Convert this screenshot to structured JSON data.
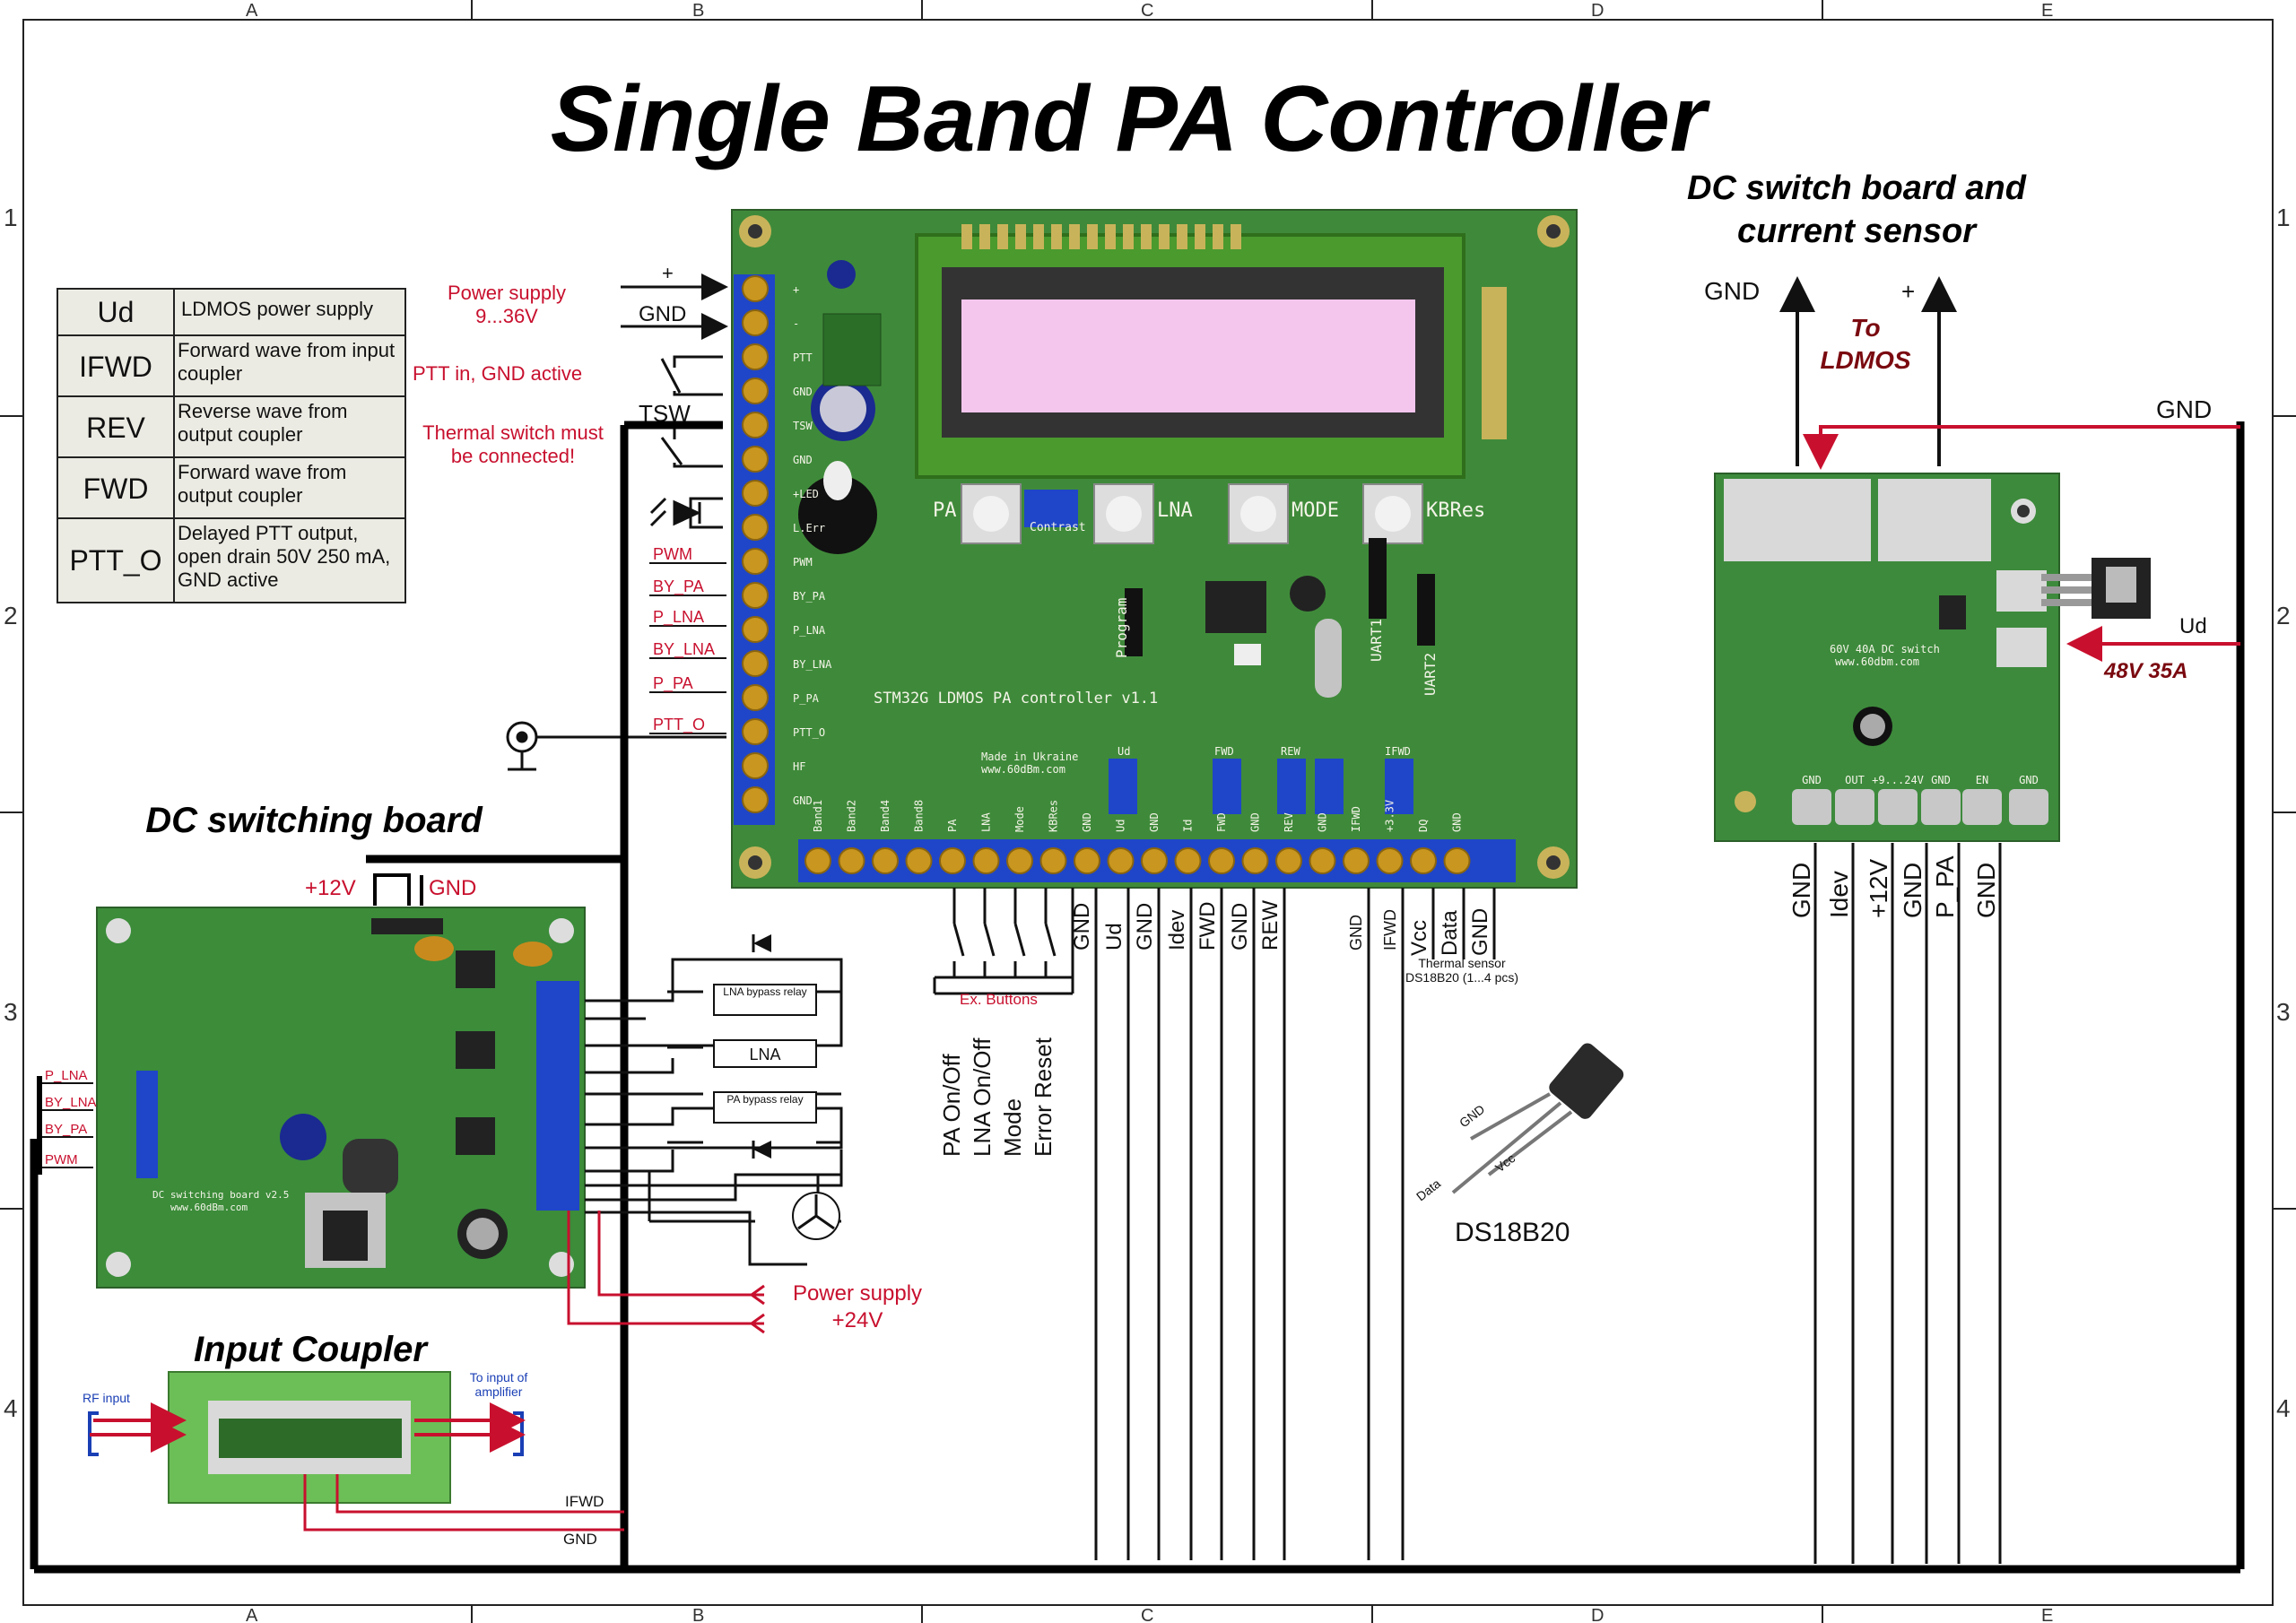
{
  "title": "Single Band PA Controller",
  "grid": {
    "cols": [
      "A",
      "B",
      "C",
      "D",
      "E"
    ],
    "rows": [
      "1",
      "2",
      "3",
      "4"
    ]
  },
  "legend": [
    {
      "key": "Ud",
      "desc": "LDMOS power supply"
    },
    {
      "key": "IFWD",
      "desc": "Forward wave from input coupler"
    },
    {
      "key": "REV",
      "desc": "Reverse wave from output coupler"
    },
    {
      "key": "FWD",
      "desc": "Forward wave from output coupler"
    },
    {
      "key": "PTT_O",
      "desc": "Delayed PTT output, open drain 50V 250 mA, GND active"
    }
  ],
  "power_notes": {
    "supply": "Power supply 9...36V",
    "ptt_in": "PTT in, GND active",
    "thermal": "Thermal switch must be connected!",
    "plus": "+",
    "gnd": "GND",
    "tsw": "TSW"
  },
  "left_signals": [
    "PWM",
    "BY_PA",
    "P_LNA",
    "BY_LNA",
    "P_PA",
    "PTT_O"
  ],
  "controller": {
    "pins_left": [
      "+",
      "-",
      "PTT",
      "GND",
      "TSW",
      "GND",
      "+LED",
      "L.Err",
      "PWM",
      "BY_PA",
      "P_LNA",
      "BY_LNA",
      "P_PA",
      "PTT_O",
      "HF",
      "GND"
    ],
    "buttons": [
      "PA",
      "LNA",
      "MODE",
      "KBRes"
    ],
    "contrast": "Contrast",
    "board_name": "STM32G LDMOS PA controller v1.1",
    "made": "Made in Ukraine",
    "site": "www.60dBm.com",
    "program": "Program",
    "uart1": "UART1",
    "uart2": "UART2",
    "pot_labels": [
      "Ud",
      "FWD",
      "REW",
      "IFWD"
    ],
    "bottom_pins": [
      "Band1",
      "Band2",
      "Band4",
      "Band8",
      "PA",
      "LNA",
      "Mode",
      "KBRes",
      "GND",
      "Ud",
      "GND",
      "Id",
      "FWD",
      "GND",
      "REV",
      "GND",
      "IFWD",
      "+3.3V",
      "DQ",
      "GND"
    ]
  },
  "bottom_signals": {
    "gnd1": "GND",
    "ud": "Ud",
    "gnd2": "GND",
    "idev": "Idev",
    "fwd": "FWD",
    "gnd3": "GND",
    "rew": "REW",
    "gnd4": "GND",
    "ifwd": "IFWD",
    "vcc": "Vcc",
    "data": "Data",
    "gnd5": "GND",
    "thermal_sensor": "Thermal sensor DS18B20 (1...4 pcs)",
    "ex_buttons": "Ex. Buttons",
    "button_functions": [
      "PA On/Off",
      "LNA On/Off",
      "Mode",
      "Error Reset"
    ]
  },
  "ds18b20": {
    "name": "DS18B20",
    "pins": [
      "GND",
      "Vcc",
      "Data"
    ]
  },
  "dc_switching": {
    "title": "DC switching board",
    "plus12": "+12V",
    "gnd": "GND",
    "signals": [
      "P_LNA",
      "BY_LNA",
      "BY_PA",
      "PWM"
    ],
    "relays": [
      "LNA bypass relay",
      "LNA",
      "PA bypass relay"
    ],
    "power": "Power supply +24V",
    "board_name": "DC switching board v2.5",
    "site": "www.60dBm.com"
  },
  "input_coupler": {
    "title": "Input Coupler",
    "rf_input": "RF input",
    "to_amp": "To input of amplifier",
    "ifwd": "IFWD",
    "gnd": "GND"
  },
  "dc_switch_board": {
    "title": "DC switch board and current sensor",
    "gnd_top": "GND",
    "plus": "+",
    "to_ldmos": "To LDMOS",
    "gnd_right": "GND",
    "ud": "Ud",
    "ud_spec": "48V 35A",
    "board_name": "60V 40A DC switch",
    "site": "www.60dbm.com",
    "pads": [
      "GND",
      "OUT",
      "+9...24V",
      "GND",
      "EN",
      "GND"
    ],
    "out_signals": [
      "GND",
      "Idev",
      "+12V",
      "GND",
      "P_PA",
      "GND"
    ]
  }
}
